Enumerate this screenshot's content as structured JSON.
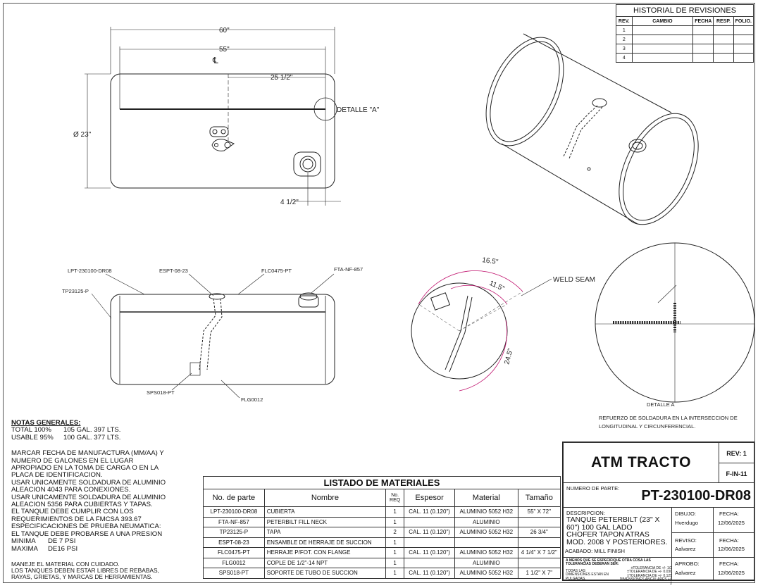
{
  "drawing": {
    "top_view": {
      "dim_overall": "60\"",
      "dim_length": "55\"",
      "centerline_symbol": "℄",
      "dim_offset": "25 1/2\"",
      "detail_callout": "DETALLE \"A\"",
      "dim_diameter": "Ø 23\"",
      "dim_fill_offset": "4 1/2\""
    },
    "side_view": {
      "callouts": [
        {
          "label": "LPT-230100-DR08"
        },
        {
          "label": "ESPT-08-23"
        },
        {
          "label": "FLC0475-PT"
        },
        {
          "label": "FTA-NF-857"
        },
        {
          "label": "TP23125-P"
        },
        {
          "label": "SPS018-PT"
        },
        {
          "label": "FLG0012"
        }
      ]
    },
    "end_view": {
      "dim_a": "16.5\"",
      "dim_b": "11.5\"",
      "dim_c": "24.5\""
    },
    "detail_a": {
      "weld_label": "WELD SEAM",
      "title": "DETALLE A",
      "note": [
        "REFUERZO DE SOLDADURA EN LA INTERSECCION DE",
        "LONGITUDINAL Y CIRCUNFERENCIAL."
      ]
    }
  },
  "revision_history": {
    "title": "HISTORIAL DE REVISIONES",
    "columns": [
      "REV.",
      "CAMBIO",
      "FECHA",
      "RESP.",
      "FOLIO."
    ],
    "rows": [
      "1",
      "2",
      "3",
      "4"
    ]
  },
  "notes": {
    "title": "NOTAS GENERALES:",
    "capacity": [
      {
        "label": "TOTAL 100%",
        "value": "105 GAL. 397 LTS."
      },
      {
        "label": "USABLE 95%",
        "value": "100 GAL.  377 LTS."
      }
    ],
    "lines": [
      "MARCAR FECHA DE MANUFACTURA (MM/AA) Y",
      "NUMERO DE GALONES EN EL LUGAR",
      "APROPIADO EN LA TOMA DE CARGA O EN LA",
      "PLACA DE IDENTIFICACION.",
      "USAR UNICAMENTE SOLDADURA DE ALUMINIO",
      "ALEACION 4043 PARA CONEXIONES.",
      "USAR UNICAMENTE SOLDADURA DE ALUMINIO",
      "ALEACION 5356 PARA CUBIERTAS Y TAPAS.",
      "EL TANQUE DEBE CUMPLIR CON LOS",
      "REQUERIMIENTOS DE LA FMCSA 393.67",
      "ESPECIFICACIONES DE PRUEBA NEUMATICA:",
      "EL TANQUE DEBE PROBARSE A UNA PRESION"
    ],
    "pressure": [
      {
        "label": "MINIMA",
        "value": "DE 7 PSI"
      },
      {
        "label": "MAXIMA",
        "value": "DE16 PSI"
      }
    ],
    "footer": [
      "MANEJE EL MATERIAL CON CUIDADO.",
      "LOS TANQUES DEBEN ESTAR LIBRES DE REBABAS,",
      "RAYAS, GRIETAS, Y MARCAS DE HERRAMIENTAS."
    ]
  },
  "bom": {
    "title": "LISTADO DE MATERIALES",
    "columns": [
      "No. de parte",
      "Nombre",
      "No. REQ",
      "Espesor",
      "Material",
      "Tamaño"
    ],
    "rows": [
      [
        "LPT-230100-DR08",
        "CUBIERTA",
        "1",
        "CAL. 11 (0.120\")",
        "ALUMINIO 5052 H32",
        "55\" X 72\""
      ],
      [
        "FTA-NF-857",
        "PETERBILT FILL NECK",
        "1",
        "",
        "ALUMINIO",
        ""
      ],
      [
        "TP23125-P",
        "TAPA",
        "2",
        "CAL. 11 (0.120\")",
        "ALUMINIO 5052 H32",
        "26 3/4\""
      ],
      [
        "ESPT-08-23",
        "ENSAMBLE DE HERRAJE DE SUCCION",
        "1",
        "",
        "",
        ""
      ],
      [
        "FLC0475-PT",
        "HERRAJE P/FOT. CON FLANGE",
        "1",
        "CAL. 11 (0.120\")",
        "ALUMINIO 5052 H32",
        "4 1/4\" X 7 1/2\""
      ],
      [
        "FLG0012",
        "COPLE DE 1/2\"-14 NPT",
        "1",
        "",
        "ALUMINIO",
        ""
      ],
      [
        "SPS018-PT",
        "SOPORTE DE TUBO DE SUCCION",
        "1",
        "CAL. 11 (0.120\")",
        "ALUMINIO 5052 H32",
        "1 1/2\" X 7\""
      ]
    ]
  },
  "title_block": {
    "company": "ATM TRACTO",
    "rev": "REV: 1",
    "form": "F-IN-11",
    "part_label": "NUMERO DE PARTE:",
    "part_number": "PT-230100-DR08",
    "finish": "ACABADO: MILL FINISH",
    "description_label": "DESCRIPCION:",
    "description": [
      "TANQUE PETERBILT (23\" X",
      "60\") 100 GAL LADO",
      "CHOFER TAPON ATRAS",
      "MOD. 2008 Y POSTERIORES."
    ],
    "dibujo_label": "DIBUJO:",
    "dibujo": "Hverdugo",
    "fecha_label": "FECHA:",
    "fecha1": "12/06/2025",
    "reviso_label": "REVISO:",
    "reviso": "Aalvarez",
    "fecha2": "12/06/2025",
    "aprobo_label": "APROBO:",
    "aprobo": "Aalvarez",
    "fecha3": "12/06/2025",
    "tolerance_title": "A MENOS QUE SE ESPECIFIQUE OTRA COSA LAS TOLERANCIAS DEBERAN SER:",
    "tolerance_units": "TODAS LAS DIMENSIONES ESTAN EN PULGADAS.",
    "tolerance_values": [
      "±TOLERANCIA DE +/- 1/2",
      "±TOLERANCIA DE +/- 0.030",
      "±TOLERANCIA DE +/- 0.125",
      "DIMENSIONES ANGULARES +/- 2"
    ]
  }
}
